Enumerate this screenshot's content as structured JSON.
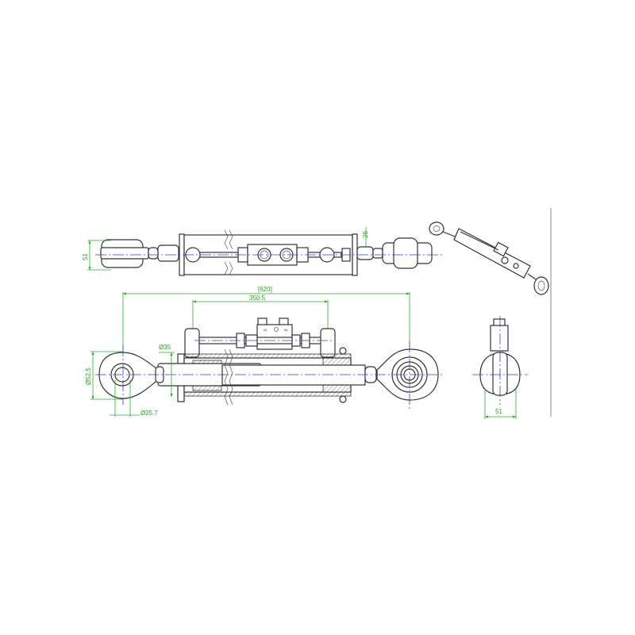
{
  "drawing": {
    "top_view": {
      "height_dim": "51",
      "flange_dim": "26"
    },
    "side_view": {
      "overall_length": "620",
      "port_spacing": "350.5",
      "rod_diameter": "Ø35",
      "eye_outer_diameter": "Ø52.5",
      "eye_bore_diameter": "Ø25.7",
      "valve_port_a": "A1",
      "valve_port_b": "B1"
    },
    "end_view": {
      "width_dim": "51"
    }
  },
  "colors": {
    "dimension": "#1fb41f",
    "axis": "#2b3fc9",
    "outline": "#333333"
  }
}
